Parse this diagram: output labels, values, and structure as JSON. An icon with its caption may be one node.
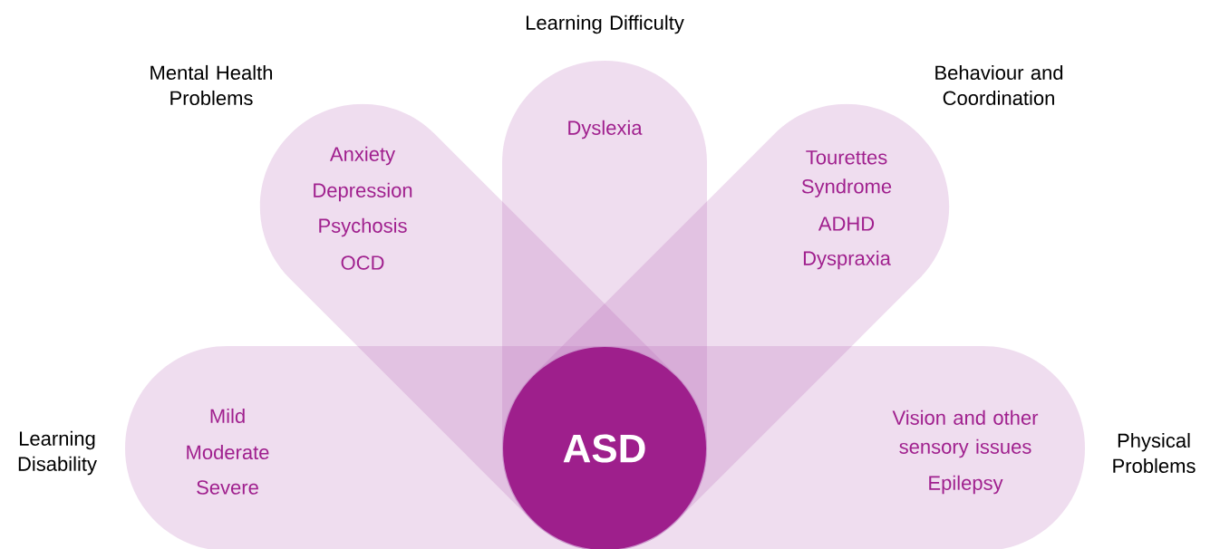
{
  "diagram": {
    "nodes": [
      {
        "text": [
          "Learning Difficulty",
          "Dyslexia"
        ]
      },
      {
        "text": [
          "Mental Health Problems",
          "Anxiety",
          "Depression",
          "Psychosis",
          "OCD"
        ]
      },
      {
        "text": [
          "Behaviour and Coordination",
          "Tourettes Syndrome",
          "ADHD",
          "Dyspraxia"
        ]
      },
      {
        "text": [
          "Learning Disability",
          "Mild",
          "Moderate",
          "Severe"
        ]
      },
      {
        "text": [
          "Vision and other sensory issues",
          "Epilepsy",
          "Physical Problems"
        ]
      },
      {
        "text": [
          "ASD"
        ]
      }
    ]
  }
}
